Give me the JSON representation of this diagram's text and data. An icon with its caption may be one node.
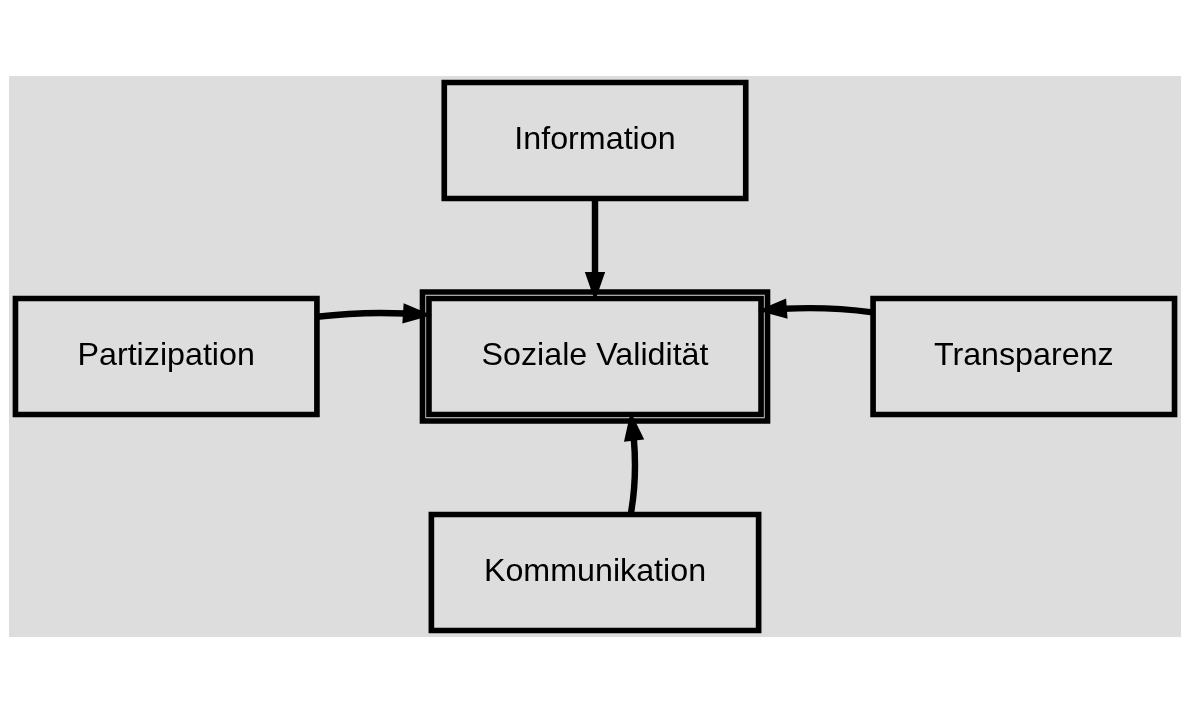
{
  "diagram": {
    "nodes": [
      {
        "text": [
          "Information"
        ]
      },
      {
        "text": [
          "Partizipation"
        ]
      },
      {
        "text": [
          "Soziale Validität"
        ]
      },
      {
        "text": [
          "Transparenz"
        ]
      },
      {
        "text": [
          "Kommunikation"
        ]
      }
    ],
    "edges": [
      {
        "from": 0,
        "to": 2,
        "arrow": "to"
      },
      {
        "from": 1,
        "to": 2,
        "arrow": "to"
      },
      {
        "from": 3,
        "to": 2,
        "arrow": "to"
      },
      {
        "from": 4,
        "to": 2,
        "arrow": "to"
      }
    ]
  }
}
